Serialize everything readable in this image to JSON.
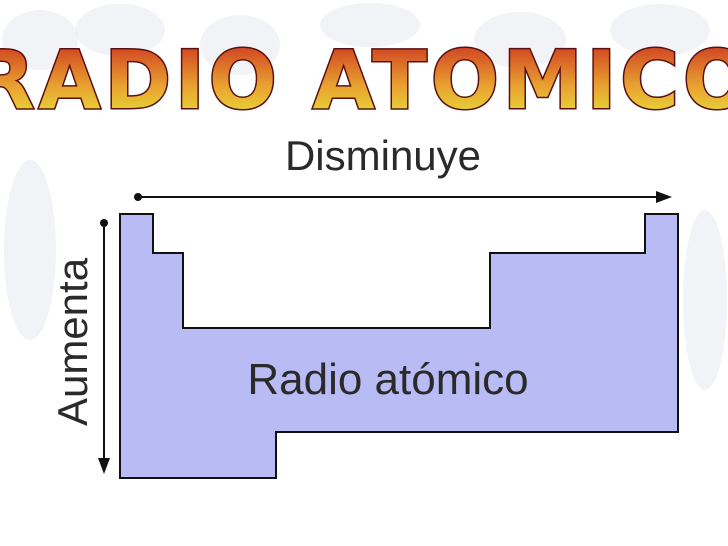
{
  "title": "RADIO ATOMICO",
  "diagram": {
    "top_arrow_label": "Disminuye",
    "side_arrow_label": "Aumenta",
    "center_label": "Radio atómico"
  },
  "colors": {
    "table_fill": "#b9bbf4",
    "title_gradient_top": "#c9281e",
    "title_gradient_bottom": "#e6ee3a",
    "outline": "#111111"
  },
  "icons": {
    "top_arrow": "right-arrow",
    "side_arrow": "down-arrow"
  }
}
